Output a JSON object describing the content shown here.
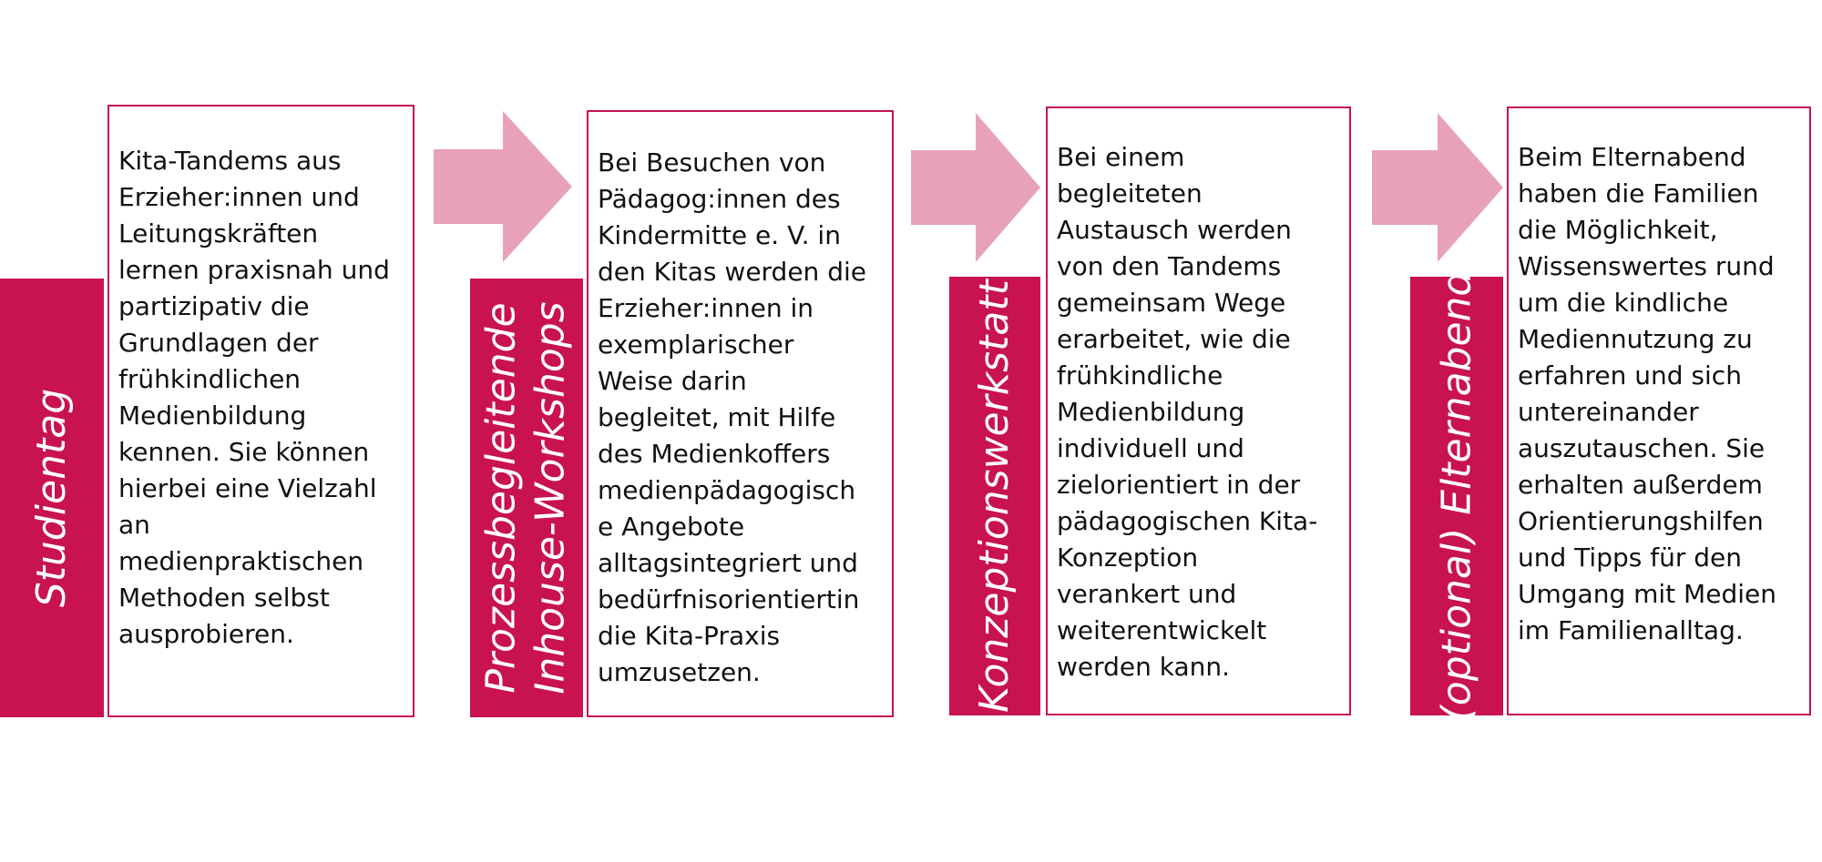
{
  "colors": {
    "accent": "#c8134e",
    "arrow": "#e8a2b8"
  },
  "steps": [
    {
      "label_lines": [
        "Studientag"
      ],
      "text": "Kita-Tandems aus\nErzieher:innen und\nLeitungskräften\nlernen praxisnah und\npartizipativ die\nGrundlagen der\nfrühkindlichen\nMedienbildung\nkennen. Sie können\nhierbei eine Vielzahl\nan\nmedienpraktischen\nMethoden selbst\nausprobieren."
    },
    {
      "label_lines": [
        "Prozessbegleitende",
        "Inhouse-Workshops"
      ],
      "text": "Bei Besuchen von\nPädagog:innen des\nKindermitte e. V. in\nden Kitas werden die\nErzieher:innen in\nexemplarischer\nWeise darin\nbegleitet, mit Hilfe\ndes Medienkoffers\nmedienpädagogisch\ne Angebote\nalltagsintegriert und\nbedürfnisorientiertin\ndie Kita-Praxis\numzusetzen."
    },
    {
      "label_lines": [
        "Konzeptionswerkstatt"
      ],
      "text": "Bei einem\nbegleiteten\nAustausch werden\nvon den Tandems\ngemeinsam Wege\nerarbeitet, wie die\nfrühkindliche\nMedienbildung\nindividuell und\nzielorientiert in der\npädagogischen Kita-\nKonzeption\nverankert und\nweiterentwickelt\nwerden kann."
    },
    {
      "label_lines": [
        "(optional) Elternabend"
      ],
      "text": "Beim Elternabend\nhaben die Familien\ndie Möglichkeit,\nWissenswertes rund\num die kindliche\nMediennutzung zu\nerfahren und sich\nuntereinander\nauszutauschen. Sie\nerhalten außerdem\nOrientierungshilfen\nund Tipps für den\nUmgang mit Medien\nim Familienalltag."
    }
  ]
}
